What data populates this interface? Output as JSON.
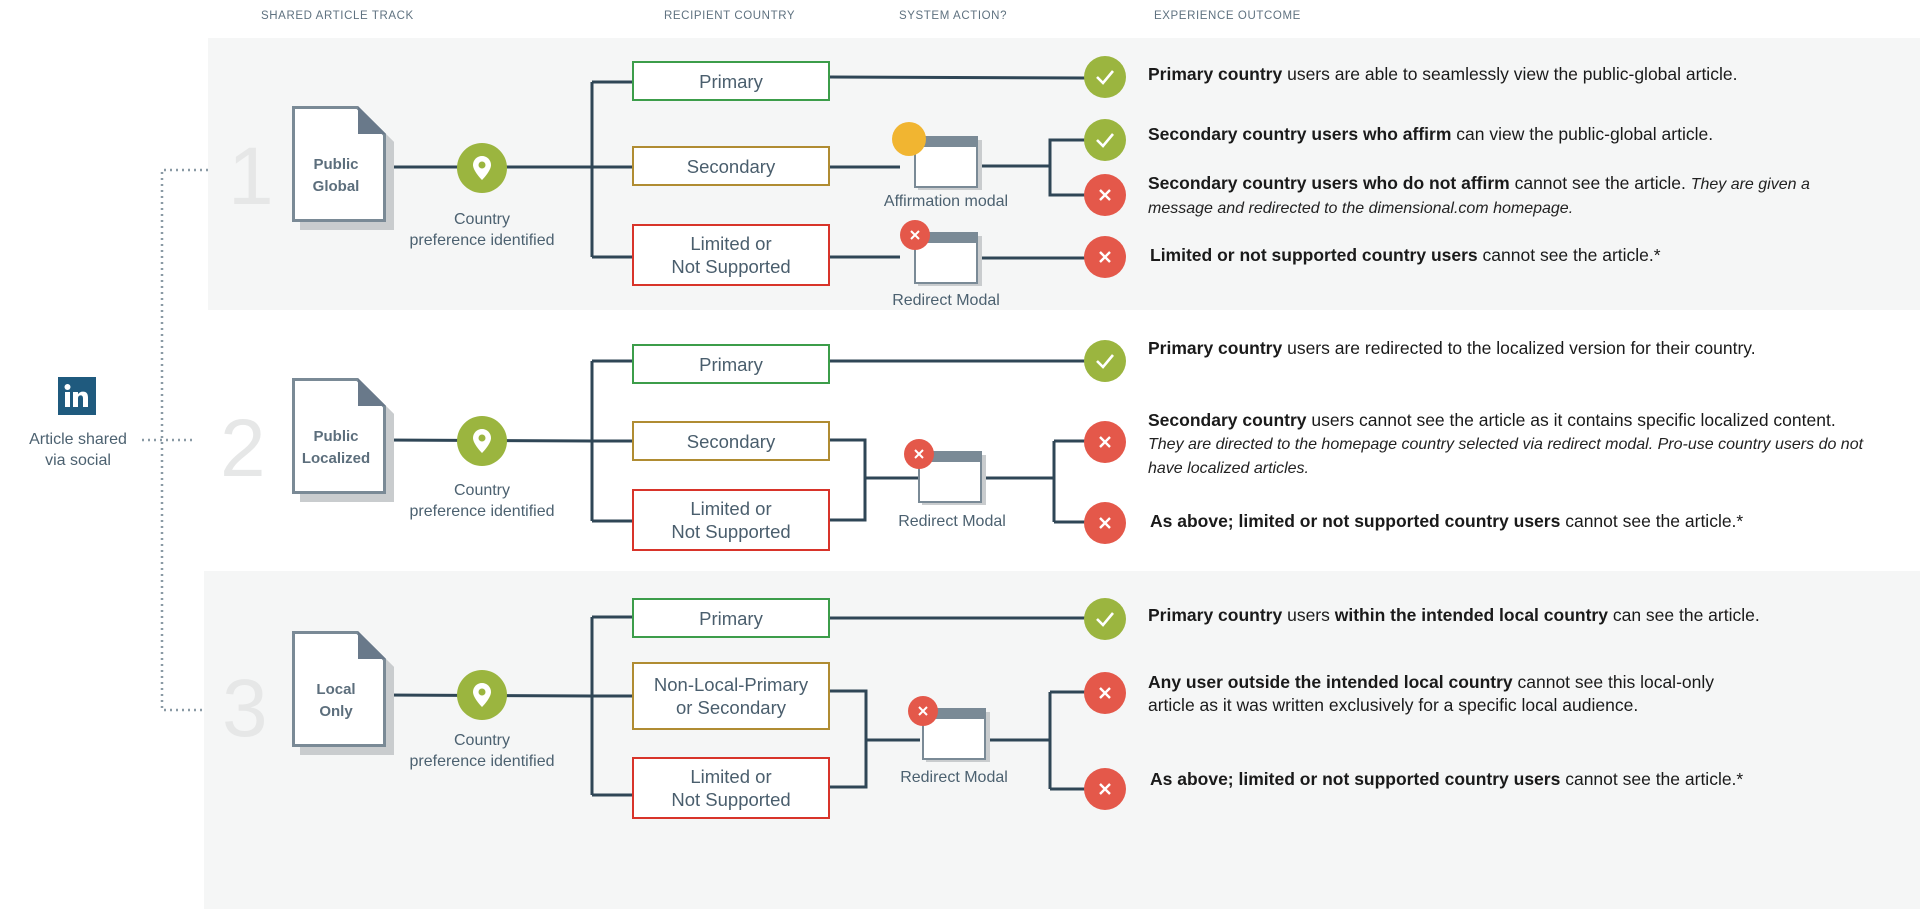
{
  "headers": {
    "track": "SHARED ARTICLE TRACK",
    "country": "RECIPIENT COUNTRY",
    "action": "SYSTEM ACTION?",
    "outcome": "EXPERIENCE OUTCOME"
  },
  "source": {
    "icon": "linkedin-icon",
    "label_line1": "Article shared",
    "label_line2": "via social"
  },
  "colors": {
    "primary_border": "#3c9d4a",
    "secondary_border": "#b08c32",
    "limited_border": "#d8342a",
    "ok": "#9bb53f",
    "no": "#e4584a",
    "affirm": "#f1b531",
    "line": "#2f4656"
  },
  "tracks": [
    {
      "number": "1",
      "doc_line1": "Public",
      "doc_line2": "Global",
      "pin_caption_line1": "Country",
      "pin_caption_line2": "preference identified",
      "countries": [
        {
          "kind": "primary",
          "line1": "Primary",
          "line2": ""
        },
        {
          "kind": "secondary",
          "line1": "Secondary",
          "line2": ""
        },
        {
          "kind": "limited",
          "line1": "Limited or",
          "line2": "Not Supported"
        }
      ],
      "modals": [
        {
          "caption": "Affirmation modal",
          "badge": "affirm"
        },
        {
          "caption": "Redirect Modal",
          "badge": "close-icon"
        }
      ],
      "outcomes": [
        {
          "status": "ok",
          "bold": "Primary country",
          "text": " users are able to seamlessly view the public-global article.",
          "note": ""
        },
        {
          "status": "ok",
          "bold": "Secondary country users who affirm",
          "text": " can view the public-global article.",
          "note": ""
        },
        {
          "status": "no",
          "bold": "Secondary country users who do not affirm",
          "text": " cannot see the article. ",
          "note": "They are given a",
          "note2": "message and redirected to the dimensional.com homepage."
        },
        {
          "status": "no",
          "bold": "Limited or not supported country users",
          "text": " cannot see the article.*",
          "note": ""
        }
      ]
    },
    {
      "number": "2",
      "doc_line1": "Public",
      "doc_line2": "Localized",
      "pin_caption_line1": "Country",
      "pin_caption_line2": "preference identified",
      "countries": [
        {
          "kind": "primary",
          "line1": "Primary",
          "line2": ""
        },
        {
          "kind": "secondary",
          "line1": "Secondary",
          "line2": ""
        },
        {
          "kind": "limited",
          "line1": "Limited or",
          "line2": "Not Supported"
        }
      ],
      "modals": [
        {
          "caption": "Redirect Modal",
          "badge": "close-icon"
        }
      ],
      "outcomes": [
        {
          "status": "ok",
          "bold": "Primary country",
          "text": " users are redirected to the localized version for their country.",
          "note": ""
        },
        {
          "status": "no",
          "bold": "Secondary country",
          "text": " users cannot see the article as it contains specific localized content.",
          "note": "They are directed to the homepage country selected via redirect modal. Pro-use country users do not",
          "note2": "have localized articles."
        },
        {
          "status": "no",
          "bold": "As above; limited or not supported country users",
          "text": " cannot see the article.*",
          "note": ""
        }
      ]
    },
    {
      "number": "3",
      "doc_line1": "Local",
      "doc_line2": "Only",
      "pin_caption_line1": "Country",
      "pin_caption_line2": "preference identified",
      "countries": [
        {
          "kind": "primary",
          "line1": "Primary",
          "line2": ""
        },
        {
          "kind": "secondary",
          "line1": "Non-Local-Primary",
          "line2": "or Secondary"
        },
        {
          "kind": "limited",
          "line1": "Limited or",
          "line2": "Not Supported"
        }
      ],
      "modals": [
        {
          "caption": "Redirect Modal",
          "badge": "close-icon"
        }
      ],
      "outcomes": [
        {
          "status": "ok",
          "bold": "Primary country",
          "text": " users ",
          "bold2": "within the intended local country",
          "text2": " can see the article.",
          "note": ""
        },
        {
          "status": "no",
          "bold": "Any user outside the intended local country",
          "text": " cannot see this local-only",
          "line2": "article as it was written exclusively for a specific local audience.",
          "note": ""
        },
        {
          "status": "no",
          "bold": "As above; limited or not supported country users",
          "text": " cannot see the article.*",
          "note": ""
        }
      ]
    }
  ]
}
